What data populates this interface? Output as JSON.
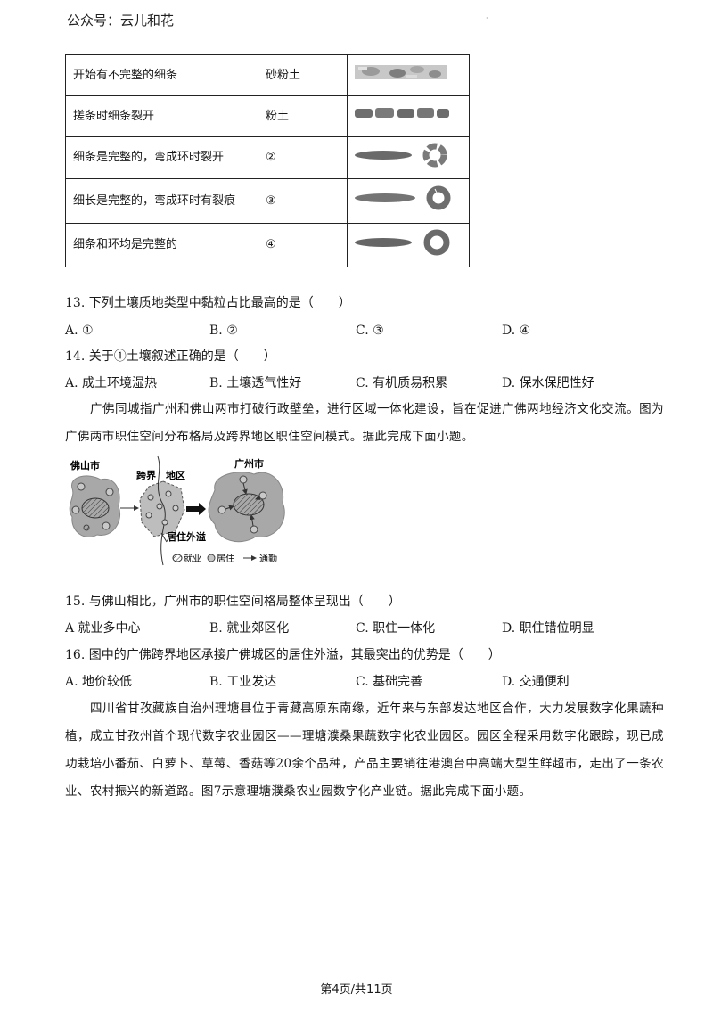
{
  "header": {
    "source": "公众号：云儿和花"
  },
  "table": {
    "rows": [
      {
        "description": "开始有不完整的细条",
        "soil": "砂粉土"
      },
      {
        "description": "搓条时细条裂开",
        "soil": "粉土"
      },
      {
        "description": "细条是完整的，弯成环时裂开",
        "soil": "②"
      },
      {
        "description": "细长是完整的，弯成环时有裂痕",
        "soil": "③"
      },
      {
        "description": "细条和环均是完整的",
        "soil": "④"
      }
    ]
  },
  "questions": [
    {
      "stem": "13. 下列土壤质地类型中黏粒占比最高的是（　　）",
      "options": [
        "A. ①",
        "B. ②",
        "C. ③",
        "D. ④"
      ]
    },
    {
      "stem": "14. 关于①土壤叙述正确的是（　　）",
      "options": [
        "A. 成土环境湿热",
        "B. 土壤透气性好",
        "C. 有机质易积累",
        "D. 保水保肥性好"
      ]
    },
    {
      "stem": "15. 与佛山相比，广州市的职住空间格局整体呈现出（　　）",
      "options": [
        "A  就业多中心",
        "B. 就业郊区化",
        "C. 职住一体化",
        "D. 职住错位明显"
      ]
    },
    {
      "stem": "16. 图中的广佛跨界地区承接广佛城区的居住外溢，其最突出的优势是（　　）",
      "options": [
        "A. 地价较低",
        "B. 工业发达",
        "C. 基础完善",
        "D. 交通便利"
      ]
    }
  ],
  "passages": {
    "guangfo": "广佛同城指广州和佛山两市打破行政壁垒，进行区域一体化建设，旨在促进广佛两地经济文化交流。图为广佛两市职住空间分布格局及跨界地区职住空间模式。据此完成下面小题。",
    "litang": "四川省甘孜藏族自治州理塘县位于青藏高原东南缘，近年来与东部发达地区合作，大力发展数字化果蔬种植，成立甘孜州首个现代数字农业园区——理塘濮桑果蔬数字化农业园区。园区全程采用数字化跟踪，现已成功栽培小番茄、白萝卜、草莓、香菇等20余个品种，产品主要销往港澳台中高端大型生鲜超市，走出了一条农业、农村振兴的新道路。图7示意理塘濮桑农业园数字化产业链。据此完成下面小题。"
  },
  "diagram": {
    "foshan": "佛山市",
    "kuajie": "跨界",
    "diqu": "地区",
    "guangzhou": "广州市",
    "overflow": "居住外溢",
    "legend": {
      "employment": "就业",
      "residence": "居住",
      "commute": "通勤"
    }
  },
  "footer": {
    "page": "第4页/共11页"
  }
}
